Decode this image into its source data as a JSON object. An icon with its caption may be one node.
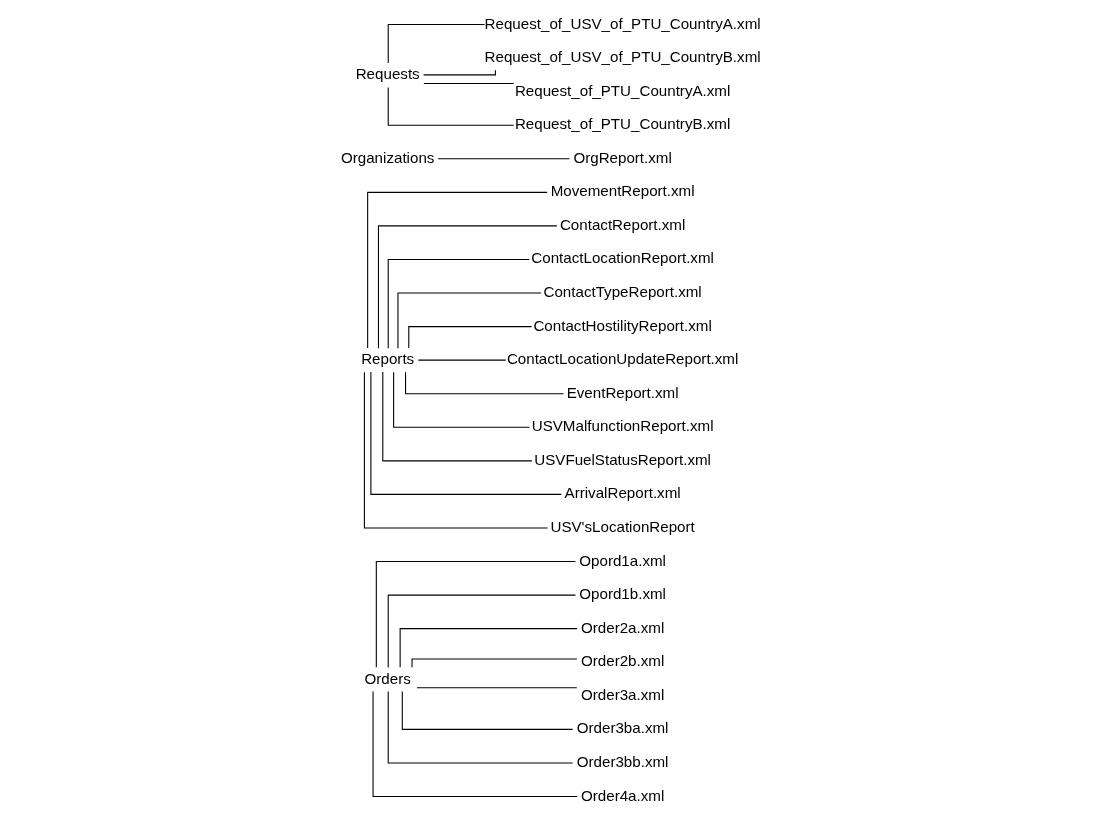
{
  "diagram": {
    "nodes": [
      {
        "text": [
          "Orders"
        ]
      },
      {
        "text": [
          "Opord1a.xml"
        ]
      },
      {
        "text": [
          "Opord1b.xml"
        ]
      },
      {
        "text": [
          "Order2a.xml"
        ]
      },
      {
        "text": [
          "Order2b.xml"
        ]
      },
      {
        "text": [
          "Order3a.xml"
        ]
      },
      {
        "text": [
          "Order3ba.xml"
        ]
      },
      {
        "text": [
          "Order3bb.xml"
        ]
      },
      {
        "text": [
          "Order4a.xml"
        ]
      },
      {
        "text": [
          "Reports"
        ]
      },
      {
        "text": [
          "MovementReport.xml"
        ]
      },
      {
        "text": [
          "ContactReport.xml"
        ]
      },
      {
        "text": [
          "ContactLocationReport.xml"
        ]
      },
      {
        "text": [
          "ContactTypeReport.xml"
        ]
      },
      {
        "text": [
          "ContactHostilityReport.xml"
        ]
      },
      {
        "text": [
          "ContactLocationUpdateReport.xml"
        ]
      },
      {
        "text": [
          "EventReport.xml"
        ]
      },
      {
        "text": [
          "USVMalfunctionReport.xml"
        ]
      },
      {
        "text": [
          "USVFuelStatusReport.xml"
        ]
      },
      {
        "text": [
          "ArrivalReport.xml"
        ]
      },
      {
        "text": [
          "USV'sLocationReport"
        ]
      },
      {
        "text": [
          "Organizations"
        ]
      },
      {
        "text": [
          "OrgReport.xml"
        ]
      },
      {
        "text": [
          "Requests"
        ]
      },
      {
        "text": [
          "Request_of_USV_of_PTU_CountryA.xml"
        ]
      },
      {
        "text": [
          "Request_of_USV_of_PTU_CountryB.xml"
        ]
      },
      {
        "text": [
          "Request_of_PTU_CountryA.xml"
        ]
      },
      {
        "text": [
          "Request_of_PTU_CountryB.xml"
        ]
      }
    ],
    "edges": [
      {
        "from": 0,
        "to": 1,
        "arrow": "none"
      },
      {
        "from": 0,
        "to": 2,
        "arrow": "none"
      },
      {
        "from": 0,
        "to": 3,
        "arrow": "none"
      },
      {
        "from": 0,
        "to": 4,
        "arrow": "none"
      },
      {
        "from": 0,
        "to": 5,
        "arrow": "none"
      },
      {
        "from": 0,
        "to": 6,
        "arrow": "none"
      },
      {
        "from": 0,
        "to": 7,
        "arrow": "none"
      },
      {
        "from": 0,
        "to": 8,
        "arrow": "none"
      },
      {
        "from": 9,
        "to": 10,
        "arrow": "none"
      },
      {
        "from": 9,
        "to": 11,
        "arrow": "none"
      },
      {
        "from": 9,
        "to": 12,
        "arrow": "none"
      },
      {
        "from": 9,
        "to": 13,
        "arrow": "none"
      },
      {
        "from": 9,
        "to": 14,
        "arrow": "none"
      },
      {
        "from": 9,
        "to": 15,
        "arrow": "none"
      },
      {
        "from": 9,
        "to": 16,
        "arrow": "none"
      },
      {
        "from": 9,
        "to": 17,
        "arrow": "none"
      },
      {
        "from": 9,
        "to": 18,
        "arrow": "none"
      },
      {
        "from": 9,
        "to": 19,
        "arrow": "none"
      },
      {
        "from": 9,
        "to": 20,
        "arrow": "none"
      },
      {
        "from": 21,
        "to": 22,
        "arrow": "none"
      },
      {
        "from": 23,
        "to": 24,
        "arrow": "none"
      },
      {
        "from": 23,
        "to": 25,
        "arrow": "none"
      },
      {
        "from": 23,
        "to": 26,
        "arrow": "none"
      },
      {
        "from": 23,
        "to": 27,
        "arrow": "none"
      }
    ]
  }
}
